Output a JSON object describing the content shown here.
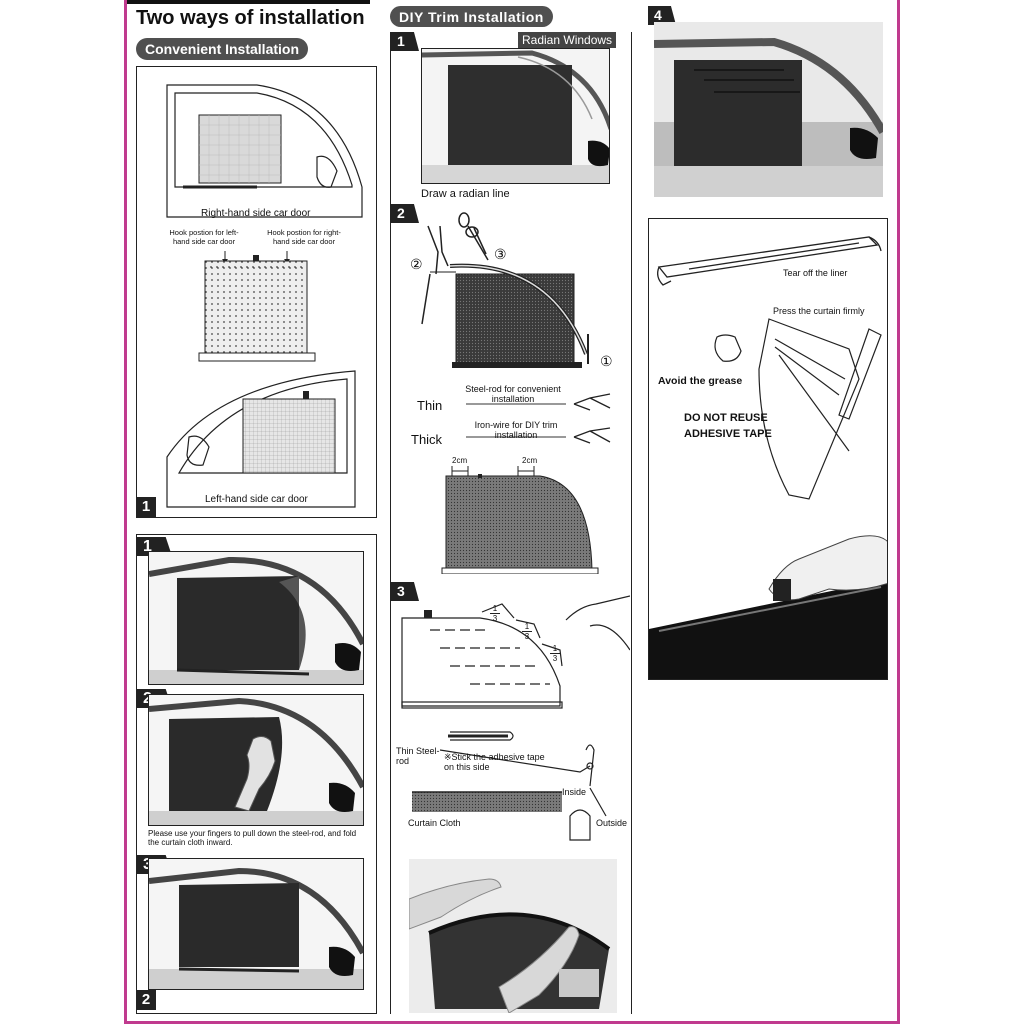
{
  "title": "Two ways of installation",
  "convenient": {
    "heading": "Convenient Installation",
    "panel_number": "1",
    "right_door_caption": "Right-hand side car door",
    "hook_left": "Hook postion for left-hand side car door",
    "hook_right": "Hook postion for right-hand side car door",
    "left_door_caption": "Left-hand side car door"
  },
  "steps_panel": {
    "panel_number": "2",
    "step1": "1",
    "step2": "2",
    "step3": "3",
    "instruction": "Please use your fingers to pull down the steel-rod, and fold the curtain cloth inward."
  },
  "diy": {
    "heading": "DIY Trim Installation",
    "step1": {
      "number": "1",
      "tag": "Radian Windows",
      "caption": "Draw a radian line"
    },
    "step2": {
      "number": "2",
      "marker_1": "①",
      "marker_2": "②",
      "marker_3": "③",
      "steel_rod_label": "Steel-rod for convenient installation",
      "iron_wire_label": "Iron-wire for DIY trim installation",
      "thin": "Thin",
      "thick": "Thick",
      "dim_left": "2cm",
      "dim_right": "2cm"
    },
    "step3": {
      "number": "3",
      "fraction": "1/3",
      "frac_num": "1",
      "frac_den": "3",
      "thin_steel_rod": "Thin Steel-rod",
      "stick_note": "※Stick the adhesive tape on this side",
      "inside": "Inside",
      "outside": "Outside",
      "curtain_cloth": "Curtain Cloth"
    }
  },
  "step4": {
    "number": "4",
    "tear_off": "Tear off the liner",
    "press": "Press the curtain firmly",
    "avoid": "Avoid the grease",
    "warning": "DO NOT REUSE ADHESIVE TAPE"
  },
  "colors": {
    "border": "#c03a8e",
    "dark": "#222222",
    "pill": "#505050"
  }
}
